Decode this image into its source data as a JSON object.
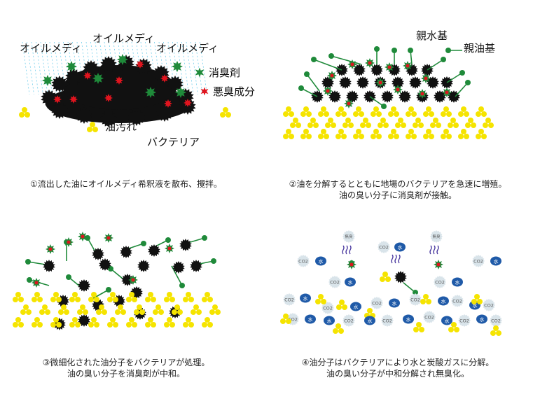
{
  "colors": {
    "soil_top": "#8a5a2b",
    "soil_bottom": "#ffffff",
    "bacteria": "#f5e400",
    "oil": "#111111",
    "deodorant": "#1f8a3a",
    "odor": "#e0141e",
    "water": "#1f5aa8",
    "co2": "#d9e4ea",
    "spray": "#5bc6e8"
  },
  "panel1": {
    "labels": {
      "oil_media_left": "オイルメディ",
      "oil_media_center": "オイルメディ",
      "oil_media_right": "オイルメディ",
      "deodorant": "消臭剤",
      "odor": "悪臭成分",
      "oil_stain": "油汚れ",
      "bacteria": "バクテリア"
    },
    "caption": [
      "①流出した油にオイルメディ希釈液を散布、攪拌。"
    ]
  },
  "panel2": {
    "labels": {
      "hydrophilic": "親水基",
      "lipophilic": "親油基"
    },
    "caption": [
      "②油を分解するとともに地場のバクテリアを急速に増殖。",
      "油の臭い分子に消臭剤が接触。"
    ]
  },
  "panel3": {
    "caption": [
      "③微細化された油分子をバクテリアが処理。",
      "油の臭い分子を消臭剤が中和。"
    ]
  },
  "panel4": {
    "labels": {
      "water": "水",
      "co2": "CO2",
      "odorless": "無臭"
    },
    "caption": [
      "④油分子はバクテリアにより水と炭酸ガスに分解。",
      "油の臭い分子が中和分解され無臭化。"
    ]
  }
}
